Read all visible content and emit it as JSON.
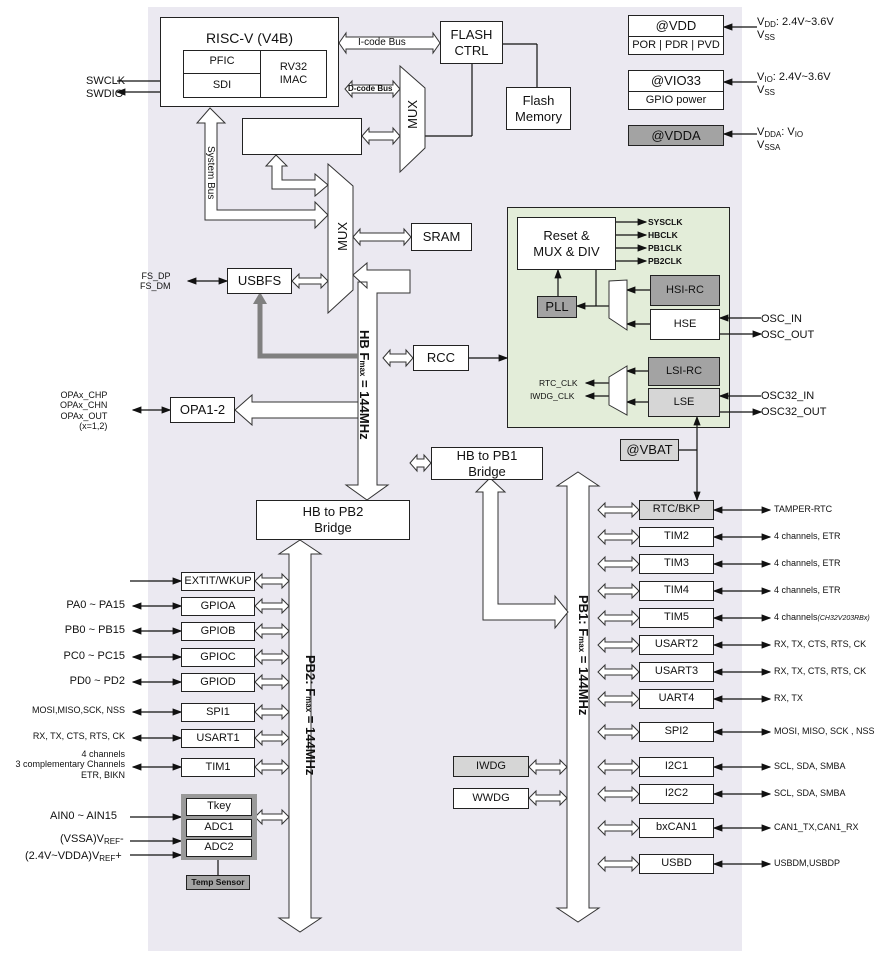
{
  "cpu": {
    "title": "RISC-V  (V4B)",
    "pfic": "PFIC",
    "sdi": "SDI",
    "core": "RV32 IMAC"
  },
  "debug_pins": {
    "swclk": "SWCLK",
    "swdio": "SWDIO"
  },
  "buses": {
    "icode": "I-code Bus",
    "dcode": "D-code Bus",
    "system": "System Bus",
    "hb": "HB  F",
    "hb_sub": "max",
    "hb_tail": " = 144MHz",
    "pb1": "PB1:  F",
    "pb1_sub": "max",
    "pb1_tail": " = 144MHz",
    "pb2": "PB2:  F",
    "pb2_sub": "max",
    "pb2_tail": " = 144MHz"
  },
  "memory": {
    "flash_ctrl": "FLASH CTRL",
    "flash_memory": "Flash Memory",
    "sram": "SRAM",
    "mux": "MUX"
  },
  "usb_fs": {
    "label": "USBFS",
    "pins": "FS_DP\nFS_DM"
  },
  "rcc": {
    "label": "RCC"
  },
  "opa": {
    "label": "OPA1-2",
    "pins": [
      "OPAx_CHP",
      "OPAx_CHN",
      "OPAx_OUT",
      "(x=1,2)"
    ]
  },
  "power": {
    "vdd": {
      "title": "@VDD",
      "sub": "POR | PDR | PVD",
      "supply": "V",
      "supply_sub": "DD",
      "supply_tail": ": 2.4V~3.6V",
      "gnd": "V",
      "gnd_sub": "SS"
    },
    "vio": {
      "title": "@VIO33",
      "sub": "GPIO power",
      "supply": "V",
      "supply_sub": "IO",
      "supply_tail": ": 2.4V~3.6V",
      "gnd": "V",
      "gnd_sub": "SS"
    },
    "vdda": {
      "title": "@VDDA",
      "supply": "V",
      "supply_sub": "DDA",
      "supply_tail": ": V",
      "supply_tail_sub": "IO",
      "gnd": "V",
      "gnd_sub": "SSA"
    },
    "vbat": "@VBAT"
  },
  "clock": {
    "reset_mux": "Reset & MUX & DIV",
    "outputs": [
      "SYSCLK",
      "HBCLK",
      "PB1CLK",
      "PB2CLK"
    ],
    "pll": "PLL",
    "hsi": "HSI-RC",
    "hse": "HSE",
    "lsi": "LSI-RC",
    "lse": "LSE",
    "osc_in": "OSC_IN",
    "osc_out": "OSC_OUT",
    "osc32_in": "OSC32_IN",
    "osc32_out": "OSC32_OUT",
    "rtc_clk": "RTC_CLK",
    "iwdg_clk": "IWDG_CLK"
  },
  "bridges": {
    "pb1": "HB to PB1 Bridge",
    "pb2": "HB to PB2 Bridge"
  },
  "pb2_peripherals": [
    {
      "name": "EXTIT/WKUP",
      "signal": ""
    },
    {
      "name": "GPIOA",
      "signal": "PA0 ~ PA15"
    },
    {
      "name": "GPIOB",
      "signal": "PB0 ~ PB15"
    },
    {
      "name": "GPIOC",
      "signal": "PC0 ~ PC15"
    },
    {
      "name": "GPIOD",
      "signal": "PD0 ~ PD2"
    },
    {
      "name": "SPI1",
      "signal": "MOSI,MISO,SCK, NSS"
    },
    {
      "name": "USART1",
      "signal": "RX, TX, CTS, RTS, CK"
    },
    {
      "name": "TIM1",
      "signal": "4 channels\n3 complementary Channels\nETR, BIKN"
    }
  ],
  "adc": {
    "tkey": "Tkey",
    "adc1": "ADC1",
    "adc2": "ADC2",
    "temp": "Temp Sensor",
    "ain": "AIN0 ~ AIN15",
    "vref_minus": "(VSSA)V",
    "vref_minus_sub": "REF",
    "vref_minus_tail": "-",
    "vref_plus": "(2.4V~VDDA)V",
    "vref_plus_sub": "REF",
    "vref_plus_tail": "+"
  },
  "watchdogs": {
    "iwdg": "IWDG",
    "wwdg": "WWDG"
  },
  "pb1_peripherals": [
    {
      "name": "RTC/BKP",
      "signal": "TAMPER-RTC"
    },
    {
      "name": "TIM2",
      "signal": "4 channels, ETR"
    },
    {
      "name": "TIM3",
      "signal": "4 channels, ETR"
    },
    {
      "name": "TIM4",
      "signal": "4 channels, ETR"
    },
    {
      "name": "TIM5",
      "signal": "4 channels",
      "signal_note": "(CH32V203RBx)"
    },
    {
      "name": "USART2",
      "signal": "RX, TX, CTS, RTS, CK"
    },
    {
      "name": "USART3",
      "signal": "RX, TX, CTS, RTS, CK"
    },
    {
      "name": "UART4",
      "signal": "RX, TX"
    },
    {
      "name": "SPI2",
      "signal": "MOSI, MISO, SCK , NSS"
    },
    {
      "name": "I2C1",
      "signal": "SCL, SDA, SMBA"
    },
    {
      "name": "I2C2",
      "signal": "SCL, SDA, SMBA"
    },
    {
      "name": "bxCAN1",
      "signal": "CAN1_TX,CAN1_RX"
    },
    {
      "name": "USBD",
      "signal": "USBDM,USBDP"
    }
  ]
}
